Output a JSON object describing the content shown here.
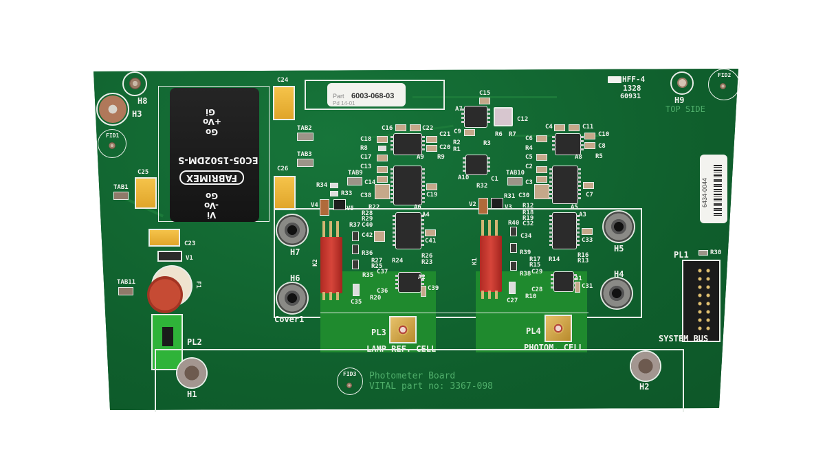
{
  "image": {
    "subject": "Photometer circuit board (PCB), top side",
    "background_color": "#ffffff",
    "board_color": "#0f5e2c"
  },
  "part_label": {
    "part_prefix": "Part",
    "part_number": "6003-068-03",
    "date_code": "Pd 14-01"
  },
  "manufacturer_mark": {
    "line1": "HFF-4",
    "line2": "1328",
    "line3": "60931"
  },
  "side_label": "TOP SIDE",
  "board_title": {
    "line1": "Photometer Board",
    "line2": "VITAL part no: 3367-098"
  },
  "barcode_label": "6434-0044",
  "dcdc_module": {
    "brand": "FABRIMEX",
    "model": "EC05-1502DM-S",
    "pins_top": [
      "Gi",
      "+Vo",
      "Go"
    ],
    "pins_bottom": [
      "Go",
      "-Vo",
      "Vi"
    ]
  },
  "connectors": {
    "pl1": "PL1",
    "pl1_desc": "SYSTEM BUS",
    "pl2": "PL2",
    "pl3": "PL3",
    "pl3_desc": "LAMP REF. CELL",
    "pl4": "PL4",
    "pl4_desc": "PHOTOM. CELL"
  },
  "holes": [
    "H1",
    "H2",
    "H3",
    "H4",
    "H5",
    "H6",
    "H7",
    "H8",
    "H9"
  ],
  "fiducials": [
    "FID1",
    "FID2",
    "FID3"
  ],
  "area_labels": {
    "cover": "Cover1"
  },
  "designators": {
    "C24": "C24",
    "C25": "C25",
    "C26": "C26",
    "C23": "C23",
    "TAB1": "TAB1",
    "TAB2": "TAB2",
    "TAB3": "TAB3",
    "TAB9": "TAB9",
    "TAB10": "TAB10",
    "TAB11": "TAB11",
    "V1": "V1",
    "F1": "F1",
    "V2": "V2",
    "V3": "V3",
    "V4": "V4",
    "V5": "V5",
    "K1": "K1",
    "K2": "K2",
    "A1": "A1",
    "A2": "A2",
    "A3": "A3",
    "A4": "A4",
    "A5": "A5",
    "A6": "A6",
    "A7": "A7",
    "A8": "A8",
    "A9": "A9",
    "A10": "A10",
    "C15": "C15",
    "C16": "C16",
    "C22": "C22",
    "C18": "C18",
    "C21": "C21",
    "R8": "R8",
    "C20": "C20",
    "R9": "R9",
    "C17": "C17",
    "C13": "C13",
    "C14": "C14",
    "C38": "C38",
    "C19": "C19",
    "R22": "R22",
    "R34": "R34",
    "R33": "R33",
    "C9": "C9",
    "C12": "C12",
    "R6": "R6",
    "R7": "R7",
    "R2": "R2",
    "R1": "R1",
    "R3": "R3",
    "C1": "C1",
    "R32": "R32",
    "C4": "C4",
    "C11": "C11",
    "C6": "C6",
    "C10": "C10",
    "R4": "R4",
    "C8": "C8",
    "C5": "C5",
    "R5": "R5",
    "C2": "C2",
    "C3": "C3",
    "C30": "C30",
    "C7": "C7",
    "R12": "R12",
    "R31": "R31",
    "R28": "R28",
    "R29": "R29",
    "C40": "C40",
    "C42": "C42",
    "C41": "C41",
    "R37": "R37",
    "R36": "R36",
    "R27": "R27",
    "R25": "R25",
    "R24": "R24",
    "R26": "R26",
    "R23": "R23",
    "R35": "R35",
    "C37": "C37",
    "C36": "C36",
    "C39": "C39",
    "C35": "C35",
    "R20": "R20",
    "R18": "R18",
    "R19": "R19",
    "R40": "R40",
    "C32": "C32",
    "C34": "C34",
    "C33": "C33",
    "R39": "R39",
    "R17": "R17",
    "R15": "R15",
    "R14": "R14",
    "R16": "R16",
    "R13": "R13",
    "R38": "R38",
    "C29": "C29",
    "C28": "C28",
    "C31": "C31",
    "C27": "C27",
    "R10": "R10",
    "R30": "R30"
  }
}
